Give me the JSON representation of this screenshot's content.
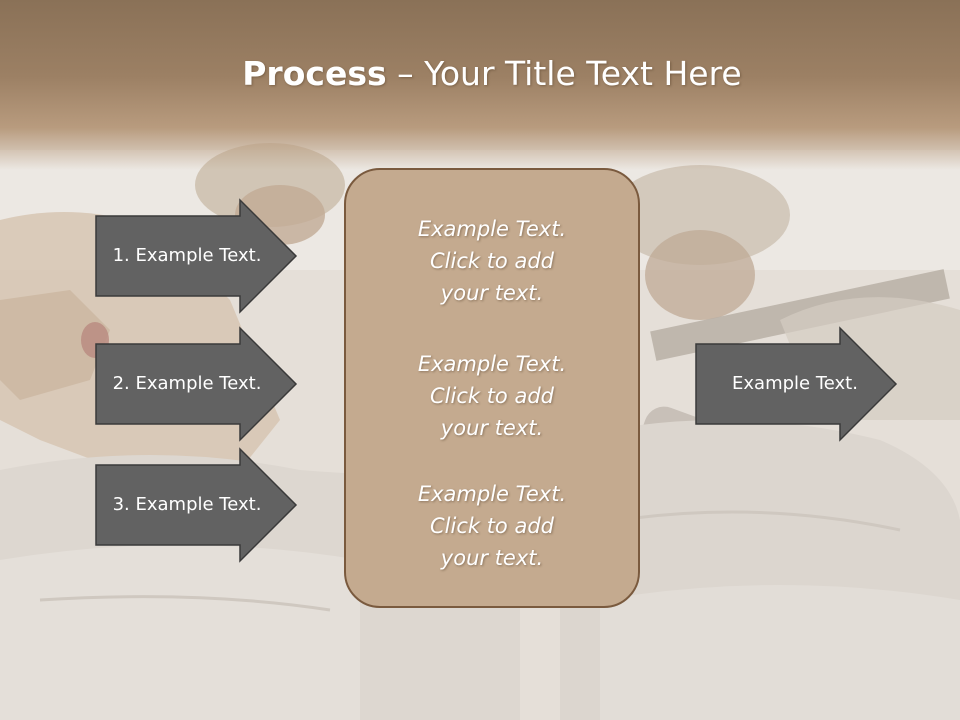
{
  "slide": {
    "title_bold": "Process",
    "title_rest": " – Your Title Text Here",
    "left_steps": [
      {
        "label": "1. Example Text."
      },
      {
        "label": "2. Example Text."
      },
      {
        "label": "3. Example Text."
      }
    ],
    "center_blocks": [
      {
        "lines": [
          "Example Text.",
          "Click  to add",
          "your text."
        ]
      },
      {
        "lines": [
          "Example Text.",
          "Click  to add",
          "your text."
        ]
      },
      {
        "lines": [
          "Example Text.",
          "Click  to add",
          "your text."
        ]
      }
    ],
    "right_output": {
      "label": "Example Text."
    }
  },
  "colors": {
    "header": "#8a7157",
    "arrow_fill": "#626262",
    "arrow_stroke": "#3a3a3a",
    "center_fill": "#c4aa8f",
    "center_stroke": "#7a5a3e",
    "text": "#ffffff"
  },
  "icons": {
    "background": "soldier-photo-background"
  }
}
